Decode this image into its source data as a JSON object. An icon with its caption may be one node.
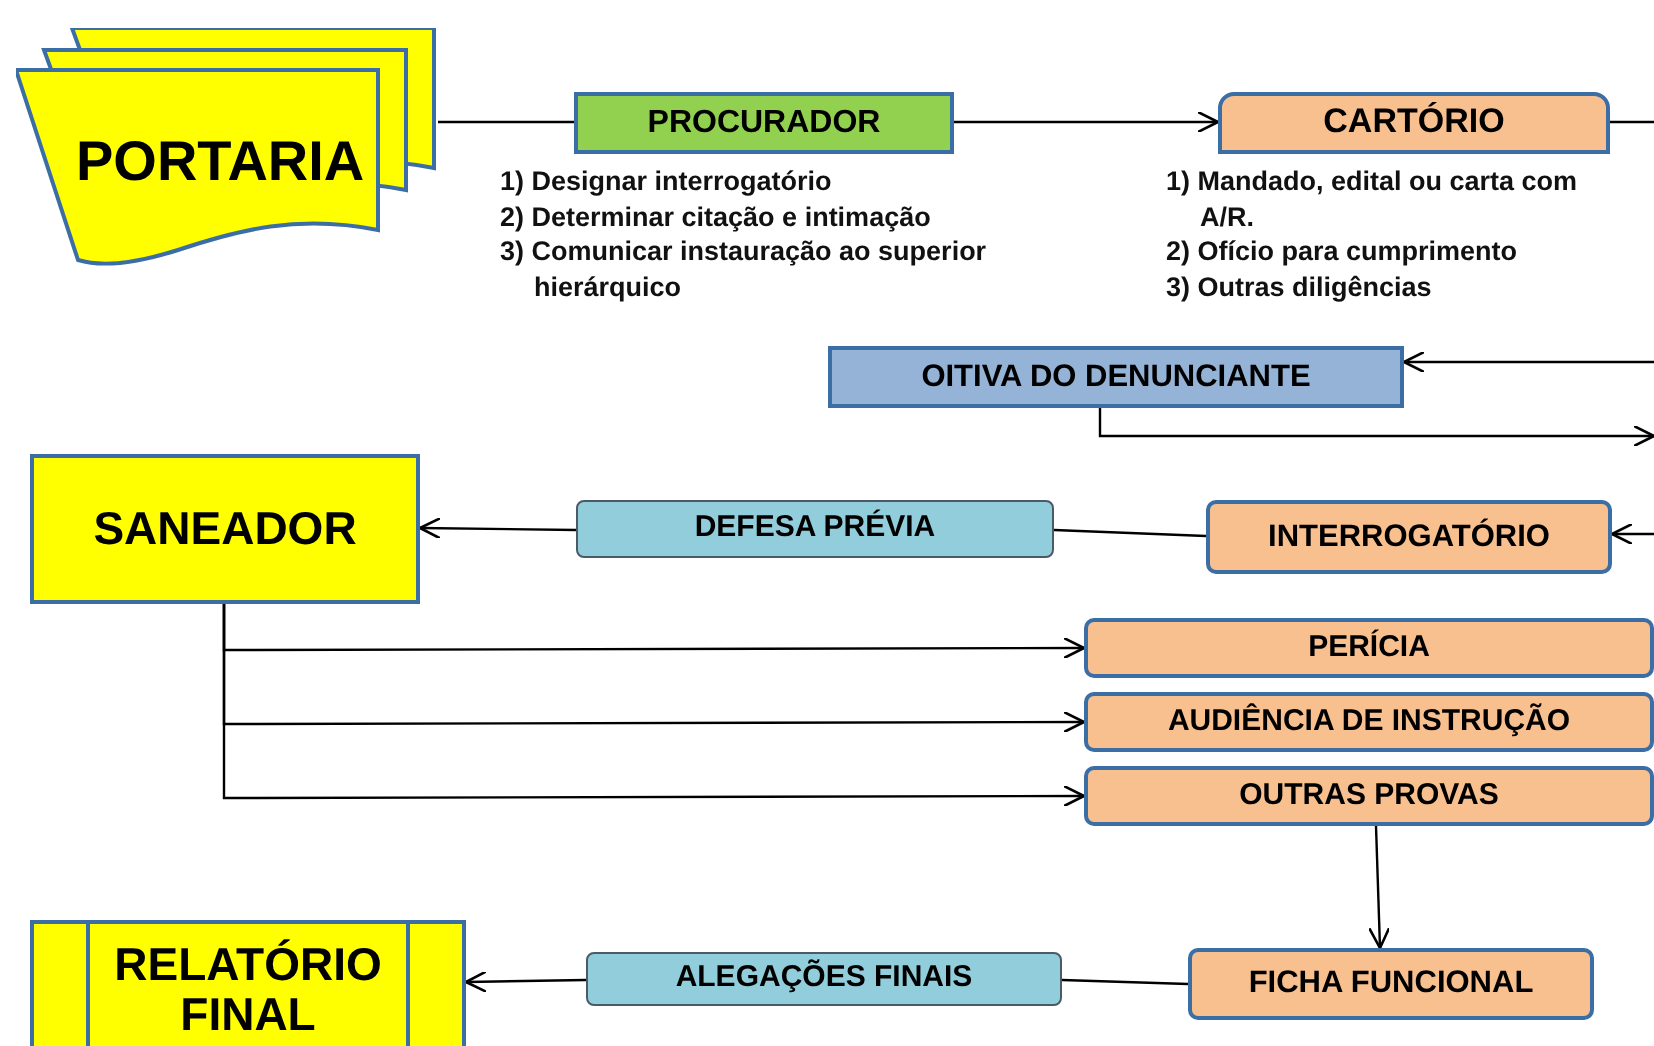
{
  "diagram": {
    "nodes": [
      {
        "text": [
          "PORTARIA"
        ]
      },
      {
        "text": [
          "PROCURADOR"
        ],
        "beside": [
          "1) Designar interrogatório",
          "2) Determinar  citação e intimação",
          "3) Comunicar instauração ao superior hierárquico"
        ]
      },
      {
        "text": [
          "CARTÓRIO"
        ],
        "beside": [
          "1) Mandado, edital ou carta com A/R.",
          "2) Ofício para cumprimento",
          "3) Outras diligências"
        ]
      },
      {
        "text": [
          "OITIVA DO DENUNCIANTE"
        ]
      },
      {
        "text": [
          "SANEADOR"
        ]
      },
      {
        "text": [
          "DEFESA PRÉVIA"
        ]
      },
      {
        "text": [
          "INTERROGATÓRIO"
        ]
      },
      {
        "text": [
          "PERÍCIA"
        ]
      },
      {
        "text": [
          "AUDIÊNCIA DE INSTRUÇÃO"
        ]
      },
      {
        "text": [
          "OUTRAS PROVAS"
        ]
      },
      {
        "text": [
          "RELATÓRIO FINAL"
        ]
      },
      {
        "text": [
          "ALEGAÇÕES FINAIS"
        ]
      },
      {
        "text": [
          "FICHA FUNCIONAL"
        ]
      }
    ],
    "edges": [
      {
        "from": 0,
        "to": 1,
        "arrow": "none"
      },
      {
        "from": 1,
        "to": 2,
        "arrow": "to"
      },
      {
        "from": 2,
        "to": null,
        "arrow": "none"
      },
      {
        "from": null,
        "to": 3,
        "arrow": "to"
      },
      {
        "from": 3,
        "to": null,
        "arrow": "to"
      },
      {
        "from": null,
        "to": 6,
        "arrow": "to"
      },
      {
        "from": 6,
        "to": 5,
        "arrow": "none"
      },
      {
        "from": 5,
        "to": 4,
        "arrow": "to"
      },
      {
        "from": 4,
        "to": 7,
        "arrow": "to"
      },
      {
        "from": 4,
        "to": 8,
        "arrow": "to"
      },
      {
        "from": 4,
        "to": 9,
        "arrow": "to"
      },
      {
        "from": 9,
        "to": 12,
        "arrow": "to"
      },
      {
        "from": 12,
        "to": 11,
        "arrow": "none"
      },
      {
        "from": 11,
        "to": 10,
        "arrow": "to"
      }
    ]
  }
}
